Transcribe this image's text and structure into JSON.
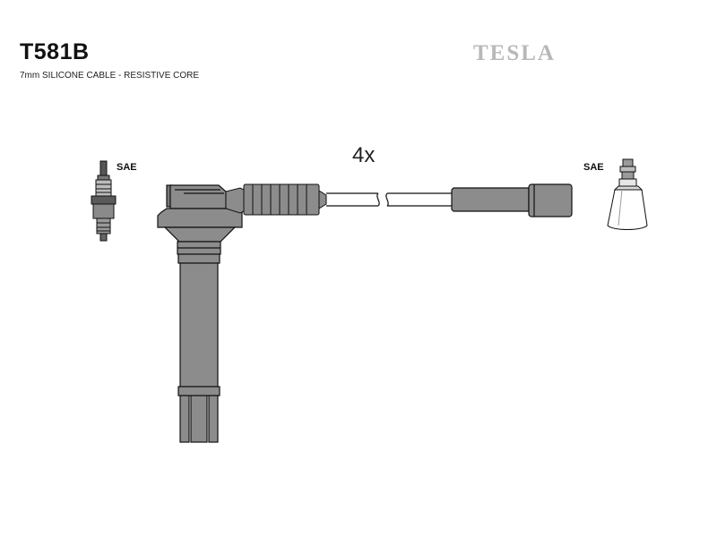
{
  "header": {
    "part_number": "T581B",
    "subtitle": "7mm SILICONE CABLE - RESISTIVE CORE",
    "brand": "TESLA"
  },
  "diagram": {
    "quantity_label": "4x",
    "left_terminal_label": "SAE",
    "right_terminal_label": "SAE"
  },
  "colors": {
    "ink": "#111111",
    "part_fill": "#8c8c8c",
    "brand_gray": "#b8b8b8"
  }
}
